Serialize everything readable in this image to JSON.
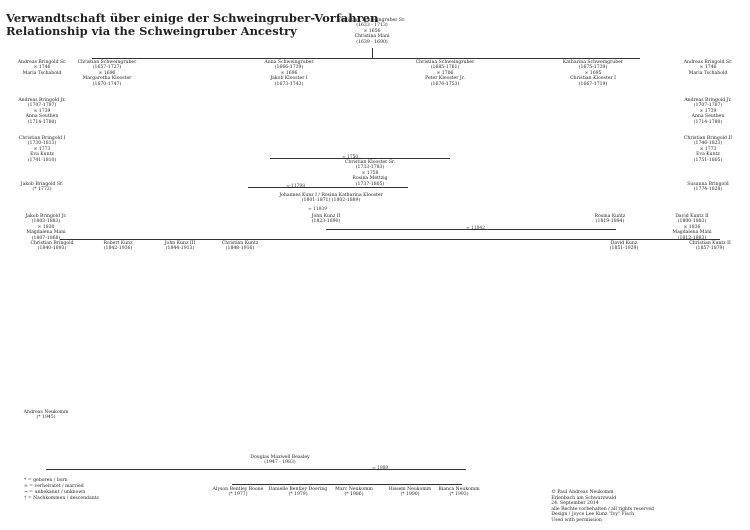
{
  "titles": {
    "line1": "Verwandtschaft über einige der Schweingruber-Vorfahren",
    "line2": "Relationship via the Schweingruber Ancestry"
  },
  "root": {
    "name1": "Christian Schweingruber Sr.",
    "dates1": "(1633 - 1713)",
    "mar": "∞ 1656",
    "name2": "Christina Mani",
    "dates2": "(1639 - 1690)"
  },
  "gen1": [
    {
      "name": "Christian Schweingruber",
      "dates": "(1657-1727)",
      "spouse": "Margaretha Klooster",
      "sdates": "(1670-1747)"
    },
    {
      "name": "Anna Schweingruber",
      "dates": "(1666-1739)",
      "spouse": "Jakob Klooster I",
      "sdates": "(1673-1743)"
    },
    {
      "name": "Christina Schweingruber",
      "dates": "(1685-1761)",
      "spouse": "Peter Klooster Jr.",
      "sdates": "(1676-1753)"
    },
    {
      "name": "Katharina Schweingruber",
      "dates": "(1675-1739)",
      "spouse": "Christian Klooster I",
      "sdates": "(1667-1719)"
    }
  ],
  "left_top": [
    {
      "name": "Andreas Bringold Sr.",
      "dates": "∞ 1746",
      "spouse": "Maria Tschabold"
    },
    {
      "name": "Andreas Bringold Jr.",
      "dates": "(1707-1787)",
      "spouse": "Anna Seuthen",
      "sdates": "(1714-1780)"
    },
    {
      "name": "Christian Bringold I",
      "dates": "(1730-1813)",
      "spouse": "Eva Kuntz",
      "sdates": "(1741-1810)"
    },
    {
      "name": "Jakob Bringold Sr.",
      "dates": "(* 1773)"
    },
    {
      "name": "Jakob Bringold Jr.",
      "dates": "(1803-1883)",
      "spouse": "Magdalena Mani",
      "sdates": "(1807-1868)"
    }
  ],
  "right_top": [
    {
      "name": "Andreas Bringold Sr.",
      "dates": "∞ 1746",
      "spouse": "Maria Tschabold"
    },
    {
      "name": "Andreas Bringold Jr.",
      "dates": "(1707-1787)",
      "spouse": "Anna Seuthen",
      "sdates": "(1714-1780)"
    },
    {
      "name": "Christian Bringold II",
      "dates": "(1746-1823)",
      "spouse": "Eva Kuntz",
      "sdates": "(1751-1805)"
    },
    {
      "name": "Susanna Bringold",
      "dates": "(1774-1828)"
    },
    {
      "name": "David Kuntz II",
      "dates": "(1800-1883)",
      "spouse": "Magdalena Mani",
      "sdates": "(1812-1883)"
    }
  ],
  "mid": [
    {
      "name": "Christian Klooster Sr.",
      "dates": "(1733-1783)",
      "mar": "∞ 1758",
      "spouse": "Rosina Mettzig",
      "sdates": "(1737-1805)"
    },
    {
      "name": "Johannes Kunz I",
      "dates": "(1801-1871)",
      "spouse": "Rosina Katharina Klooster",
      "sdates": "(1802-1889)"
    },
    {
      "name": "John Kunz II",
      "dates": "(1823-1890)"
    },
    {
      "name": "Rosina Kuntz",
      "dates": "(1819-1894)"
    }
  ],
  "gen_low": [
    {
      "name": "Christian Bringold",
      "dates": "(1840-1893)"
    },
    {
      "name": "Robert Kunz",
      "dates": "(1842-1936)"
    },
    {
      "name": "John Kunz III",
      "dates": "(1844-1913)"
    },
    {
      "name": "Christian Kuntz",
      "dates": "(1848-1916)"
    },
    {
      "name": "David Kunz",
      "dates": "(1851-1929)"
    },
    {
      "name": "Christian Kuntz II",
      "dates": "(1857-1879)"
    }
  ],
  "bottom": [
    {
      "name": "Andreas Neukomm",
      "dates": "(* 1945)"
    },
    {
      "name": "Douglas Maxwell Beasley",
      "dates": "(1947 - 1983)"
    },
    {
      "name": "Alyson Bentley Boone",
      "dates": "(* 1977)"
    },
    {
      "name": "Danielle Bentley Doering",
      "dates": "(* 1979)"
    },
    {
      "name": "Marc Neukomm",
      "dates": "(* 1986)"
    },
    {
      "name": "Rissem Neukomm",
      "dates": "(* 1990)"
    },
    {
      "name": "Bianca Neukomm",
      "dates": "(* 1993)"
    }
  ],
  "marriages": {
    "m1": "∞ 1750",
    "m2": "∞ 11798",
    "m3": "∞ 11842",
    "m4": "∞ 11839",
    "m5": "∞ 1989"
  },
  "legend": [
    "* = geboren / born",
    "∞ = verheiratet / married",
    "~ = unbekannt / unknown",
    "† = Nachkommen / descendants"
  ],
  "credit": [
    "© Paul Andreas Neukomm",
    "Erlenbach am Schwarzwald",
    "24. September 2014",
    "alle Rechte vorbehalten / all rights reserved",
    "Design / Joyce Lee Kunz \"Ivy\" Fisch",
    "Used with permission"
  ]
}
